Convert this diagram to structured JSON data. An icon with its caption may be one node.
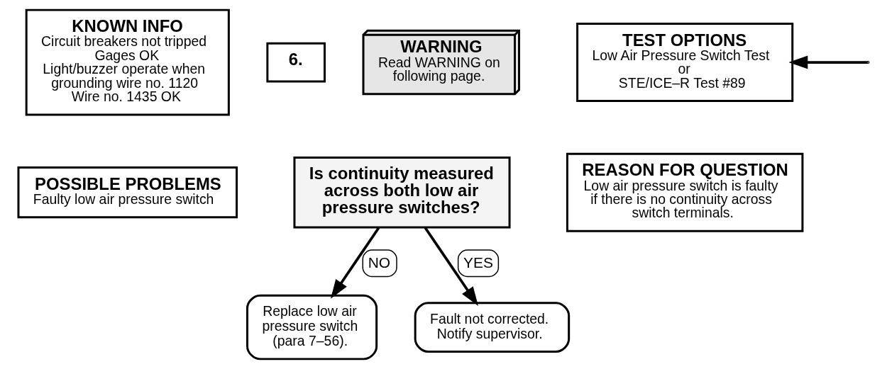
{
  "diagram": {
    "nodes": [
      {
        "text": [
          "KNOWN INFO",
          "Circuit breakers not tripped",
          "Gages OK",
          "Light/buzzer operate when grounding wire no. 1120",
          "Wire no. 1435 OK"
        ]
      },
      {
        "text": [
          "POSSIBLE PROBLEMS",
          "Faulty low air pressure switch"
        ]
      },
      {
        "text": [
          "6."
        ]
      },
      {
        "text": [
          "WARNING",
          "Read WARNING on following page."
        ]
      },
      {
        "text": [
          "Is continuity measured across both low air pressure switches?"
        ]
      },
      {
        "text": [
          "Replace low air pressure switch (para 7–56)."
        ]
      },
      {
        "text": [
          "Fault not corrected. Notify supervisor."
        ]
      },
      {
        "text": [
          "TEST OPTIONS",
          "Low Air Pressure Switch Test",
          "or",
          "STE/ICE–R Test #89"
        ]
      },
      {
        "text": [
          "REASON FOR QUESTION",
          "Low air pressure switch is faulty if there is no continuity across switch terminals."
        ]
      }
    ],
    "edges": [
      {
        "from": 4,
        "to": 5,
        "arrow": "to",
        "label": "NO"
      },
      {
        "from": 4,
        "to": 6,
        "arrow": "to",
        "label": "YES"
      },
      {
        "from": null,
        "to": 7,
        "arrow": "to"
      }
    ]
  }
}
